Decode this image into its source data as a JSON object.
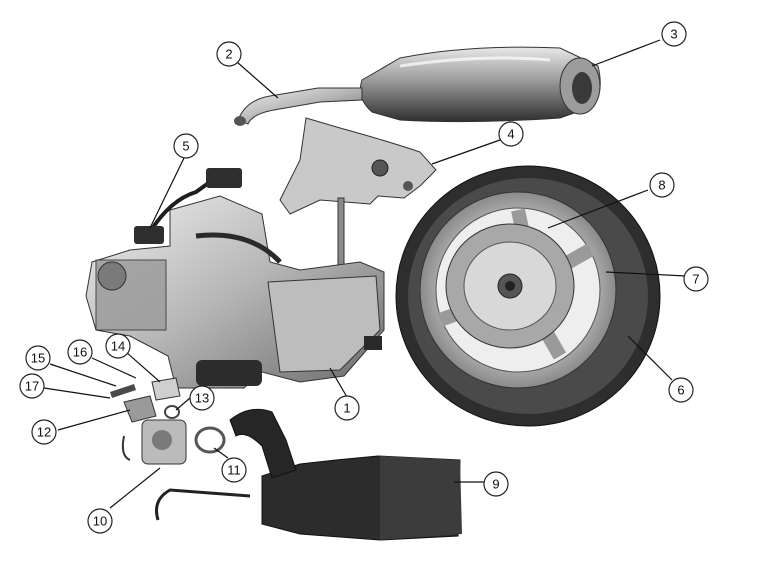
{
  "colors": {
    "background": "#ffffff",
    "ink": "#111111",
    "metal_light": "#d9d9d9",
    "metal_mid": "#a8a8a8",
    "metal_dark": "#4a4a4a",
    "rubber": "#2b2b2b"
  },
  "callouts": [
    {
      "id": "1",
      "label": "1"
    },
    {
      "id": "2",
      "label": "2"
    },
    {
      "id": "3",
      "label": "3"
    },
    {
      "id": "4",
      "label": "4"
    },
    {
      "id": "5",
      "label": "5"
    },
    {
      "id": "6",
      "label": "6"
    },
    {
      "id": "7",
      "label": "7"
    },
    {
      "id": "8",
      "label": "8"
    },
    {
      "id": "9",
      "label": "9"
    },
    {
      "id": "10",
      "label": "10"
    },
    {
      "id": "11",
      "label": "11"
    },
    {
      "id": "12",
      "label": "12"
    },
    {
      "id": "13",
      "label": "13"
    },
    {
      "id": "14",
      "label": "14"
    },
    {
      "id": "15",
      "label": "15"
    },
    {
      "id": "16",
      "label": "16"
    },
    {
      "id": "17",
      "label": "17"
    }
  ]
}
